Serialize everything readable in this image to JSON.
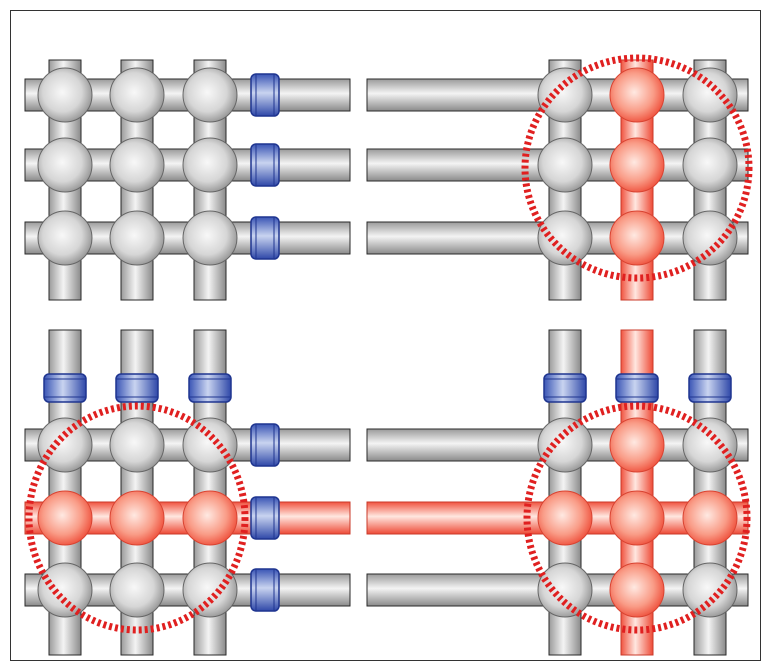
{
  "colors": {
    "background": "#ffffff",
    "frame": "#333333",
    "pipe_grey_light": "#f3f3f3",
    "pipe_grey_dark": "#8e8e8e",
    "pipe_red_light": "#ffe7e0",
    "pipe_red_dark": "#f0533f",
    "coupling_blue_light": "#c9d4f0",
    "coupling_blue_dark": "#2f48a8",
    "highlight_ring": "#e02020",
    "outline": "#2a2a2a"
  },
  "panels": [
    {
      "id": "top",
      "description_items": [
        "left-grid",
        "couplings",
        "connecting-pipes",
        "right-grid"
      ],
      "grid_rows": 3,
      "grid_cols": 3,
      "left_red_rows": [],
      "left_red_cols": [],
      "right_red_rows": [],
      "right_red_cols": [
        1
      ],
      "left_top_couplings": false,
      "right_top_couplings": false,
      "highlight_left": false,
      "highlight_right": true
    },
    {
      "id": "bottom",
      "description_items": [
        "left-grid",
        "couplings",
        "connecting-pipes",
        "right-grid"
      ],
      "grid_rows": 3,
      "grid_cols": 3,
      "left_red_rows": [
        1
      ],
      "left_red_cols": [],
      "right_red_rows": [
        1
      ],
      "right_red_cols": [
        1
      ],
      "left_top_couplings": true,
      "right_top_couplings": true,
      "highlight_left": true,
      "highlight_right": true
    }
  ]
}
